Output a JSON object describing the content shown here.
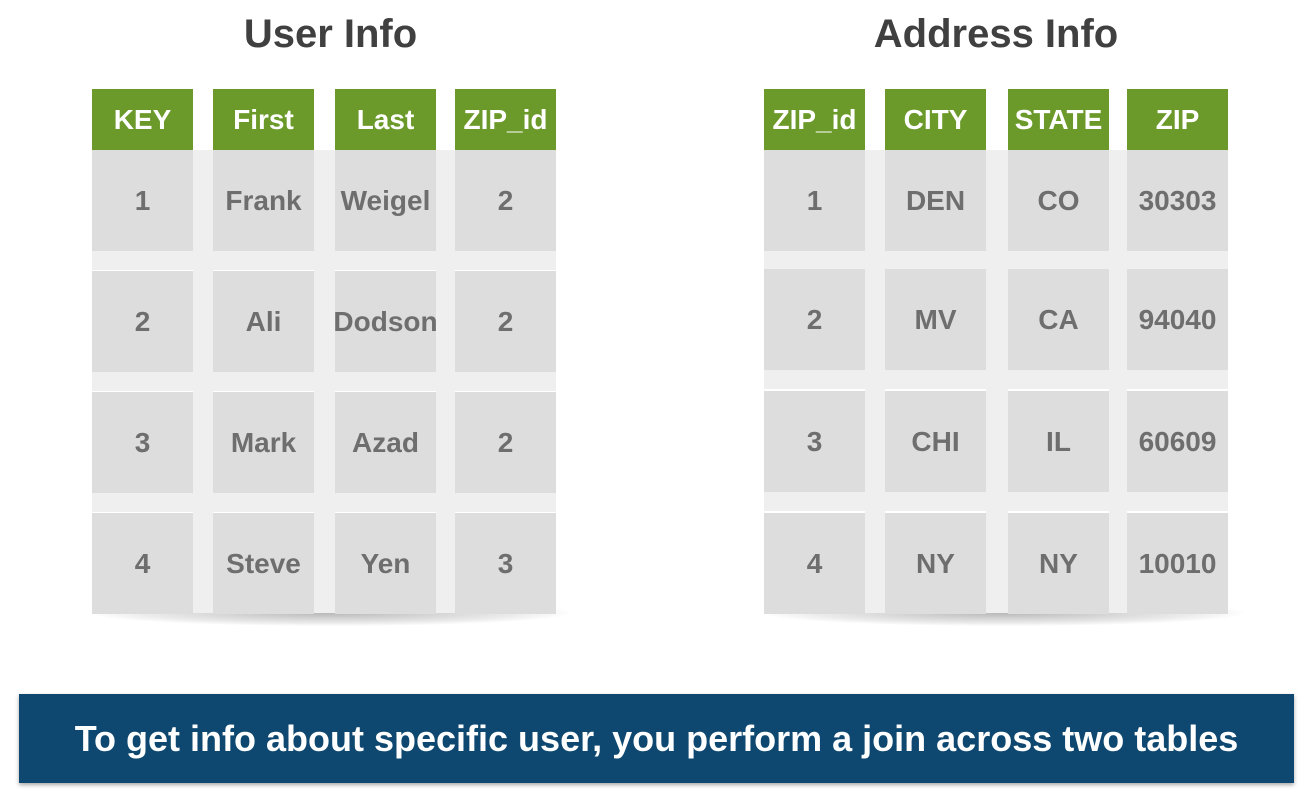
{
  "user_table": {
    "title": "User Info",
    "headers": [
      "KEY",
      "First",
      "Last",
      "ZIP_id"
    ],
    "rows": [
      [
        "1",
        "Frank",
        "Weigel",
        "2"
      ],
      [
        "2",
        "Ali",
        "Dodson",
        "2"
      ],
      [
        "3",
        "Mark",
        "Azad",
        "2"
      ],
      [
        "4",
        "Steve",
        "Yen",
        "3"
      ]
    ]
  },
  "address_table": {
    "title": "Address Info",
    "headers": [
      "ZIP_id",
      "CITY",
      "STATE",
      "ZIP"
    ],
    "rows": [
      [
        "1",
        "DEN",
        "CO",
        "30303"
      ],
      [
        "2",
        "MV",
        "CA",
        "94040"
      ],
      [
        "3",
        "CHI",
        "IL",
        "60609"
      ],
      [
        "4",
        "NY",
        "NY",
        "10010"
      ]
    ]
  },
  "banner": {
    "text": "To get info about specific user, you perform a join across two tables"
  },
  "colors": {
    "header_green": "#6b9a2a",
    "cell_gray": "#dddddd",
    "banner_blue": "#0e4870"
  }
}
